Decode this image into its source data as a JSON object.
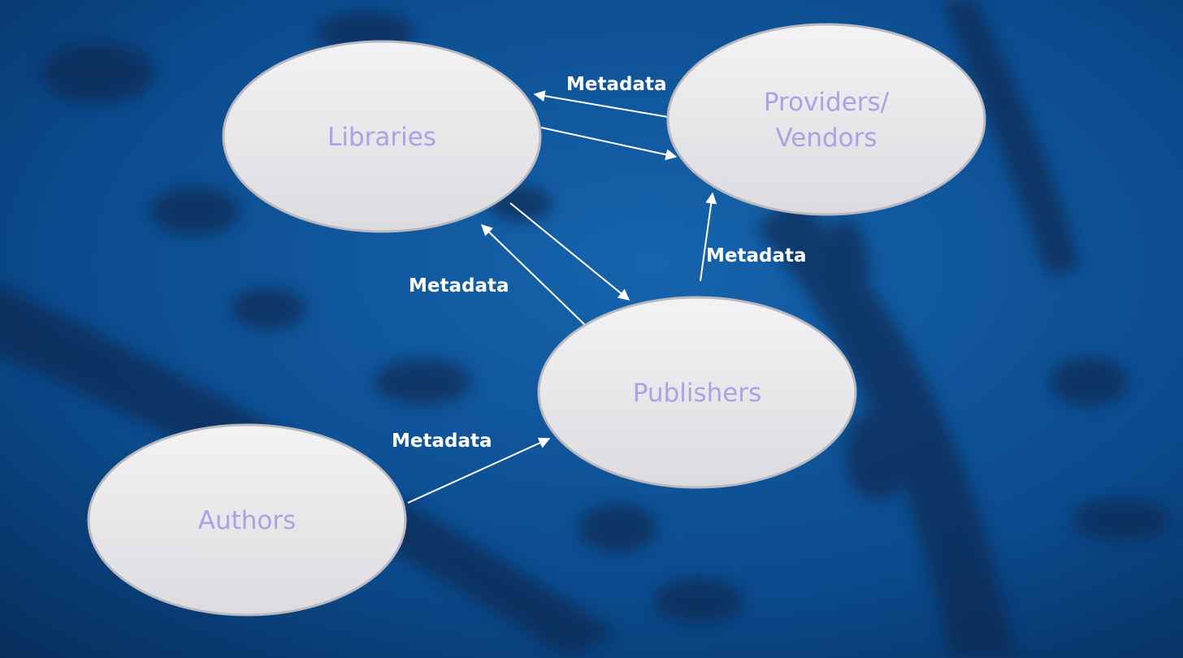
{
  "nodes": {
    "libraries": {
      "label": "Libraries"
    },
    "providers": {
      "label_line1": "Providers/",
      "label_line2": "Vendors"
    },
    "publishers": {
      "label": "Publishers"
    },
    "authors": {
      "label": "Authors"
    }
  },
  "edges": {
    "providers_to_libraries": {
      "label": "Metadata"
    },
    "publishers_to_libraries": {
      "label": "Metadata"
    },
    "publishers_to_providers": {
      "label": "Metadata"
    },
    "authors_to_publishers": {
      "label": "Metadata"
    }
  },
  "colors": {
    "background": "#0a3f7a",
    "node_fill": "#e9e9eb",
    "node_stroke": "#b9b9bf",
    "node_text": "#a9a3e3",
    "arrow": "#ffffff"
  }
}
